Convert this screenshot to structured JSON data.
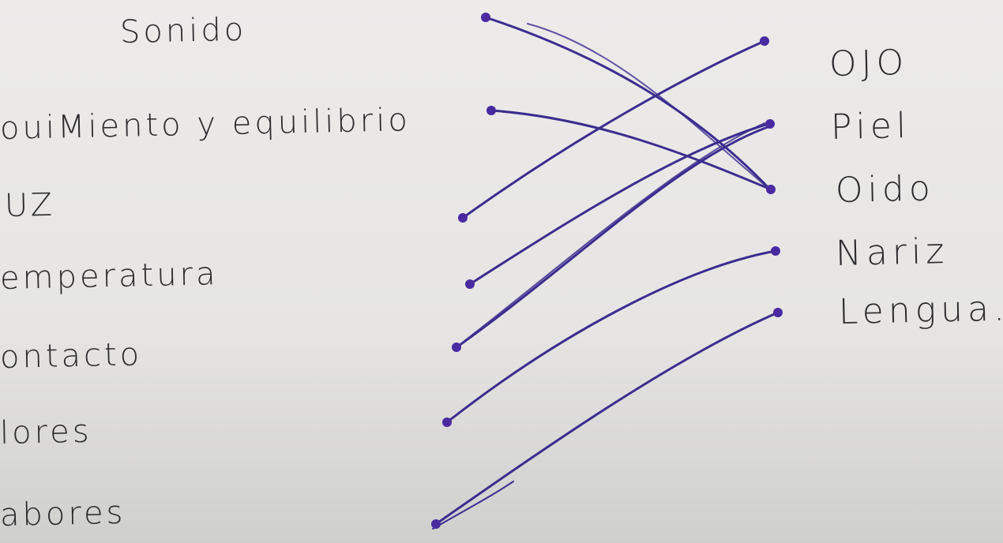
{
  "left_items": [
    {
      "id": "sonido",
      "label": "Sonido"
    },
    {
      "id": "movimiento",
      "label": "ouiMiento y equilibrio"
    },
    {
      "id": "luz",
      "label": "UZ"
    },
    {
      "id": "temperatura",
      "label": "emperatura"
    },
    {
      "id": "contacto",
      "label": "ontacto"
    },
    {
      "id": "olores",
      "label": "lores"
    },
    {
      "id": "sabores",
      "label": "abores"
    }
  ],
  "right_items": [
    {
      "id": "ojo",
      "label": "OJO"
    },
    {
      "id": "piel",
      "label": "Piel"
    },
    {
      "id": "oido",
      "label": "Oido"
    },
    {
      "id": "nariz",
      "label": "Nariz"
    },
    {
      "id": "lengua",
      "label": "Lengua."
    }
  ],
  "connections": [
    {
      "from": "sonido",
      "to": "oido"
    },
    {
      "from": "movimiento",
      "to": "oido"
    },
    {
      "from": "luz",
      "to": "ojo"
    },
    {
      "from": "temperatura",
      "to": "piel"
    },
    {
      "from": "contacto",
      "to": "piel"
    },
    {
      "from": "olores",
      "to": "nariz"
    },
    {
      "from": "sabores",
      "to": "lengua"
    }
  ],
  "colors": {
    "ink": "#3b2d8e",
    "dot": "#4a2aa0",
    "text": "#2b2b2e"
  }
}
